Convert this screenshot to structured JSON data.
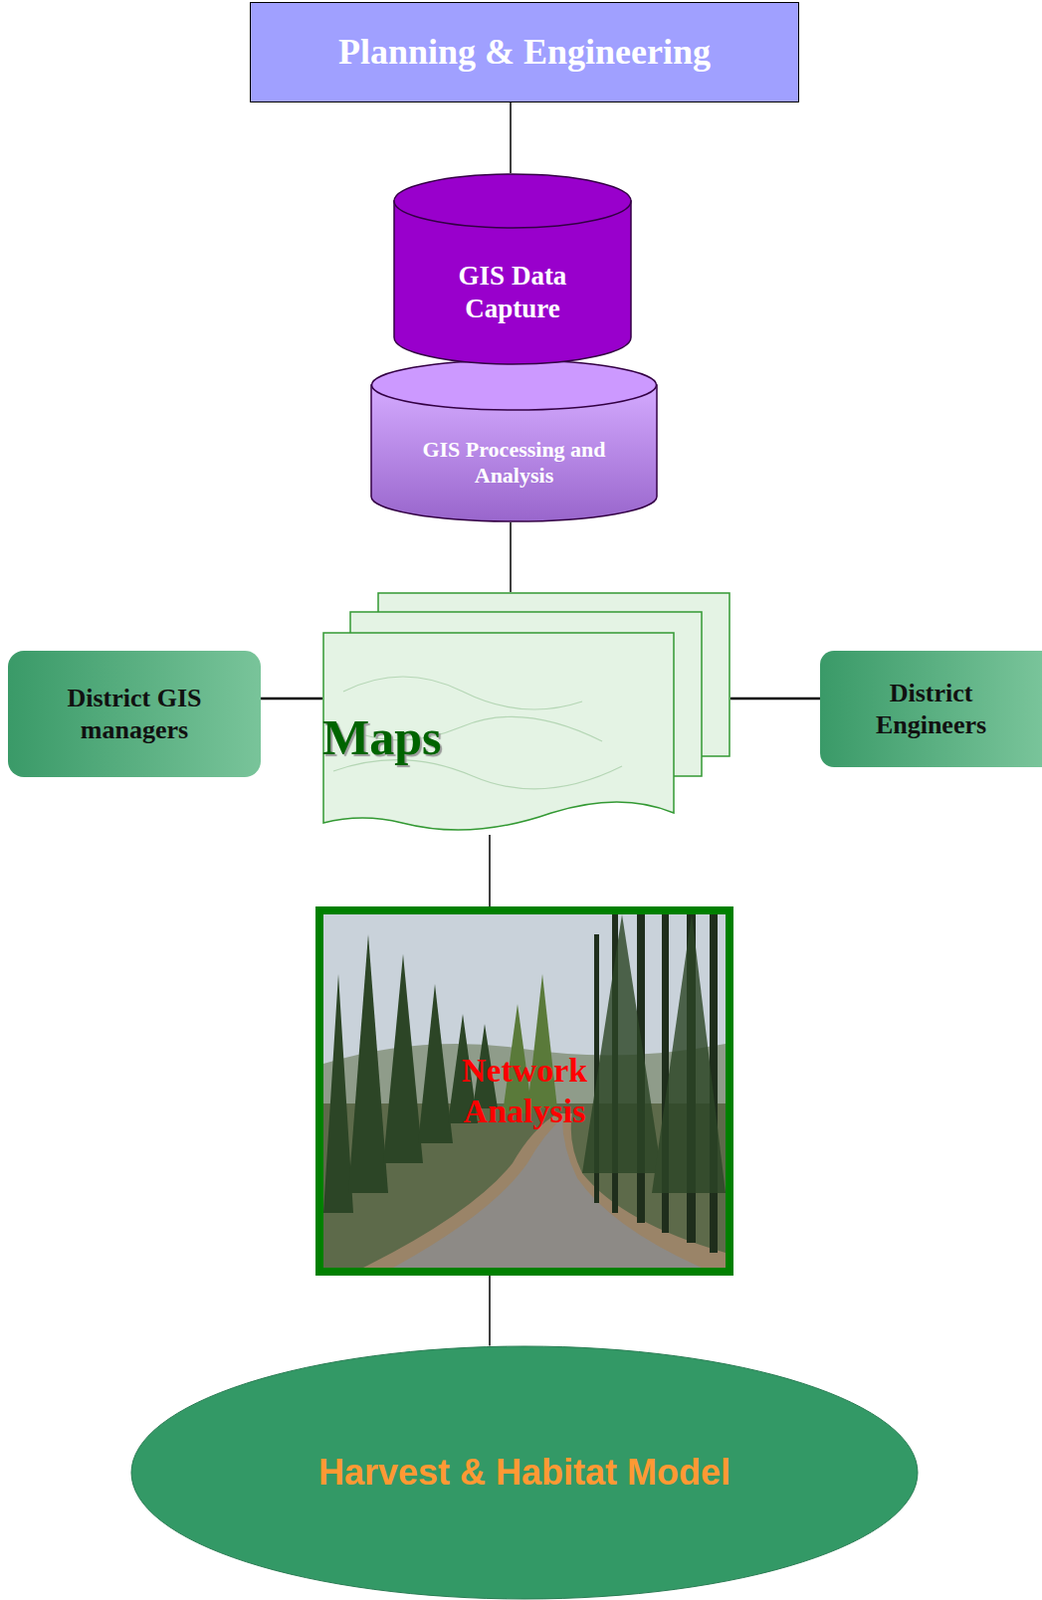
{
  "diagram": {
    "nodes": [
      {
        "text": [
          "Planning & Engineering"
        ]
      },
      {
        "text": [
          "GIS Data Capture"
        ]
      },
      {
        "text": [
          "GIS Processing and Analysis"
        ]
      },
      {
        "text": [
          "District GIS managers"
        ]
      },
      {
        "text": [
          "Maps"
        ]
      },
      {
        "text": [
          "District Engineers"
        ]
      },
      {
        "text": [
          "Network Analysis"
        ]
      },
      {
        "text": [
          "Harvest & Habitat Model"
        ]
      }
    ],
    "edges": [
      {
        "from": 0,
        "to": 1,
        "arrow": "none"
      },
      {
        "from": 2,
        "to": 4,
        "arrow": "none"
      },
      {
        "from": 3,
        "to": 4,
        "arrow": "none"
      },
      {
        "from": 4,
        "to": 5,
        "arrow": "none"
      },
      {
        "from": 4,
        "to": 6,
        "arrow": "none"
      },
      {
        "from": 6,
        "to": 7,
        "arrow": "none"
      }
    ]
  }
}
